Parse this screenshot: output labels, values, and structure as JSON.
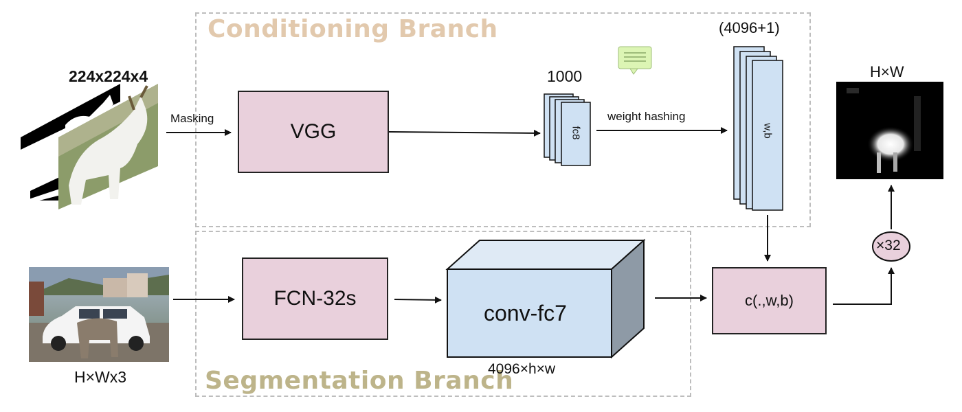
{
  "branches": {
    "conditioning_title": "Conditioning Branch",
    "segmentation_title": "Segmentation Branch"
  },
  "inputs": {
    "mask_size_label": "224x224x4",
    "image_size_label": "H×Wx3"
  },
  "edges": {
    "masking_label": "Masking",
    "weight_hashing_label": "weight hashing"
  },
  "blocks": {
    "vgg": "VGG",
    "fcn": "FCN-32s",
    "conv_fc7": "conv-fc7",
    "conv_fc7_size": "4096×h×w",
    "fc8_label": "fc8",
    "fc8_size": "1000",
    "wb_label": "w,b",
    "wb_size": "(4096+1)",
    "cfunc": "c(.,w,b)",
    "upsample": "×32"
  },
  "output": {
    "size_label": "H×W"
  },
  "colors": {
    "block_pink": "#e9d0dc",
    "block_blue": "#cfe1f3",
    "conditioning_title": "#e2c9ad",
    "segmentation_title": "#bdb48a",
    "comment_note": "#dcf5b4"
  },
  "icons": {
    "note": "comment-note-icon"
  }
}
